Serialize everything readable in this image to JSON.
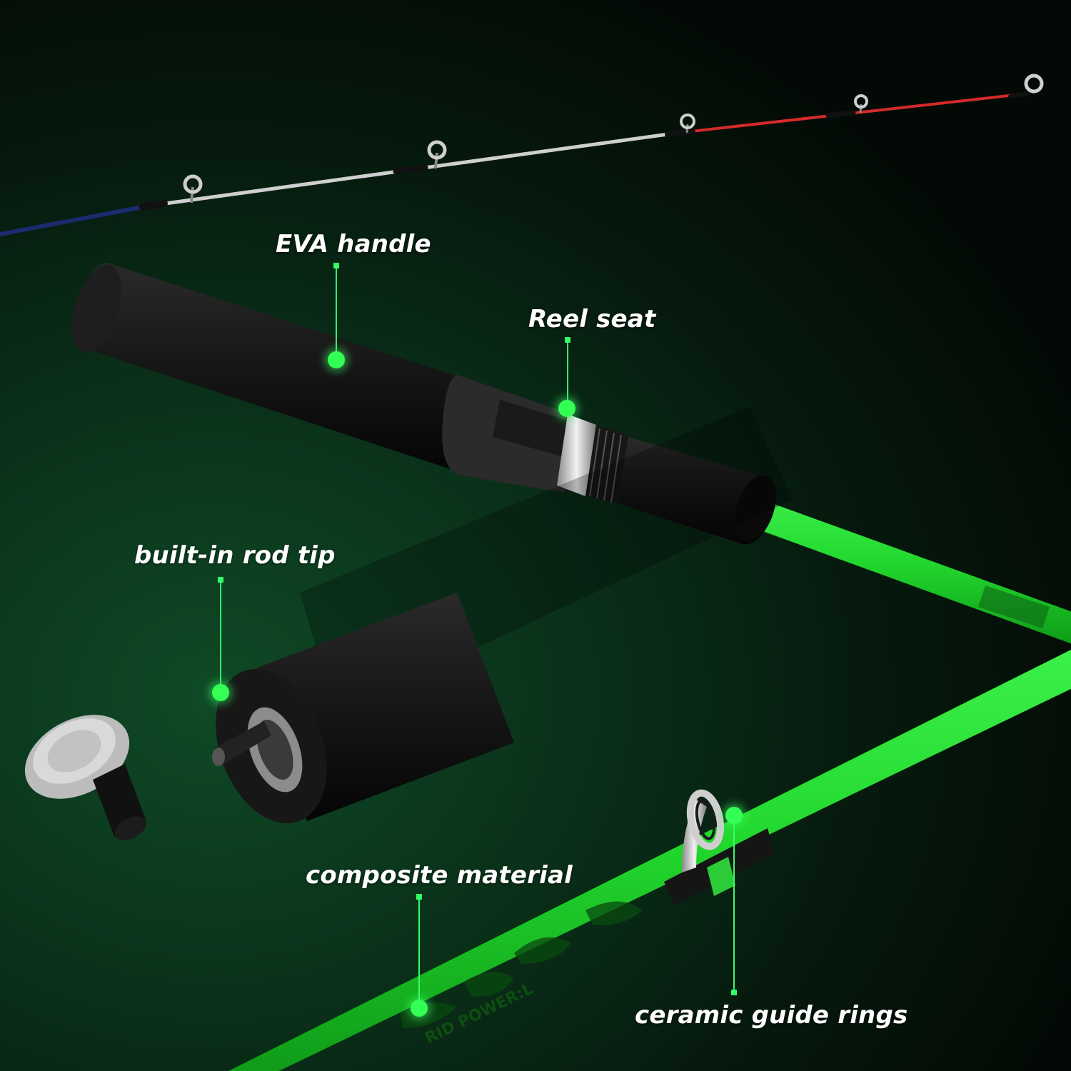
{
  "colors": {
    "accent_green": "#33ff55",
    "rod_green": "#1fd42a",
    "foam_black": "#141414",
    "tip_blue": "#1c2a6e",
    "tip_white": "#d8d8d8",
    "tip_red": "#d42a2a"
  },
  "callouts": {
    "eva_handle": "EVA handle",
    "reel_seat": "Reel seat",
    "rod_tip": "built-in rod tip",
    "composite": "composite material",
    "guide_rings": "ceramic guide rings"
  },
  "rod_print": {
    "blank_text": "RID POWER:L"
  }
}
